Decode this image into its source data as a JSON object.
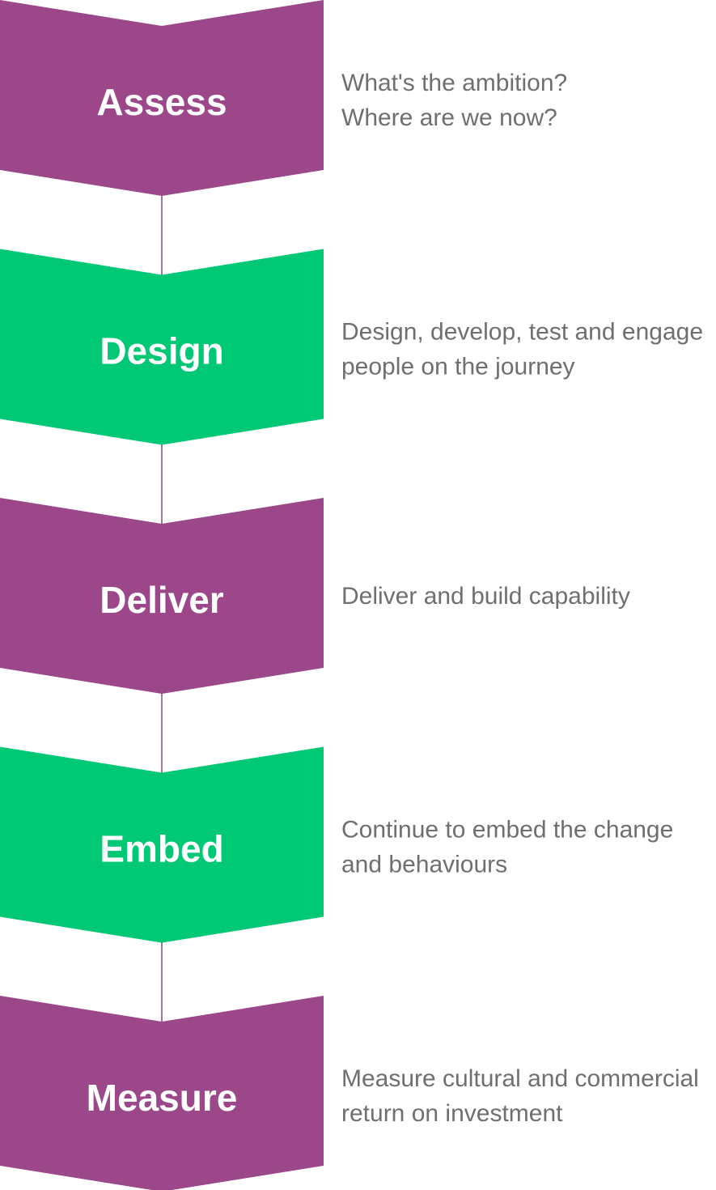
{
  "colors": {
    "purple": "#9b4789",
    "green": "#00c875",
    "connector": "#7a4a77",
    "label_text": "#ffffff",
    "desc_text": "#6f6f6f"
  },
  "steps": [
    {
      "label": "Assess",
      "color": "purple",
      "description": [
        "What's the ambition?",
        "Where are we now?"
      ]
    },
    {
      "label": "Design",
      "color": "green",
      "description": [
        "Design, develop, test and engage",
        "people on the journey"
      ]
    },
    {
      "label": "Deliver",
      "color": "purple",
      "description": [
        "Deliver and build capability"
      ]
    },
    {
      "label": "Embed",
      "color": "green",
      "description": [
        "Continue to embed the change",
        "and behaviours"
      ]
    },
    {
      "label": "Measure",
      "color": "purple",
      "description": [
        "Measure cultural and commercial",
        "return on investment"
      ]
    }
  ]
}
